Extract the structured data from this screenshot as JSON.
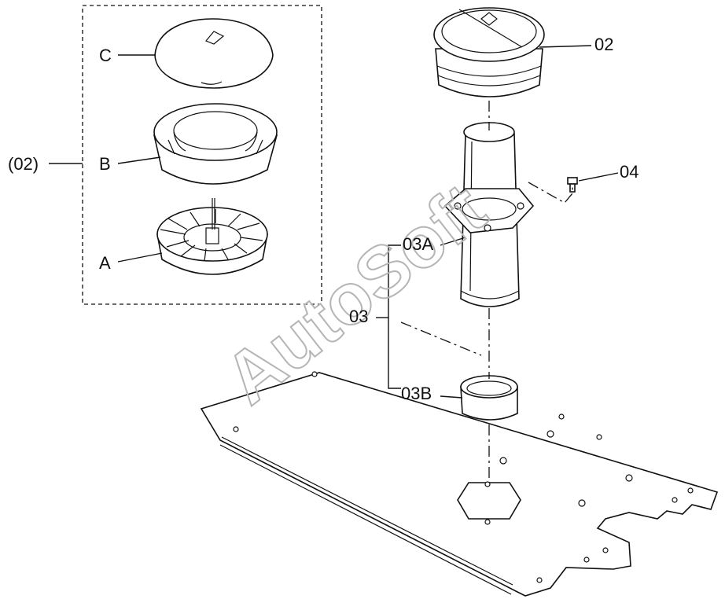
{
  "callouts": {
    "assembly": "(02)",
    "C": "C",
    "B": "B",
    "A": "A",
    "p02": "02",
    "p04": "04",
    "p03A": "03A",
    "p03": "03",
    "p03B": "03B"
  },
  "watermark": "AutoSoft"
}
